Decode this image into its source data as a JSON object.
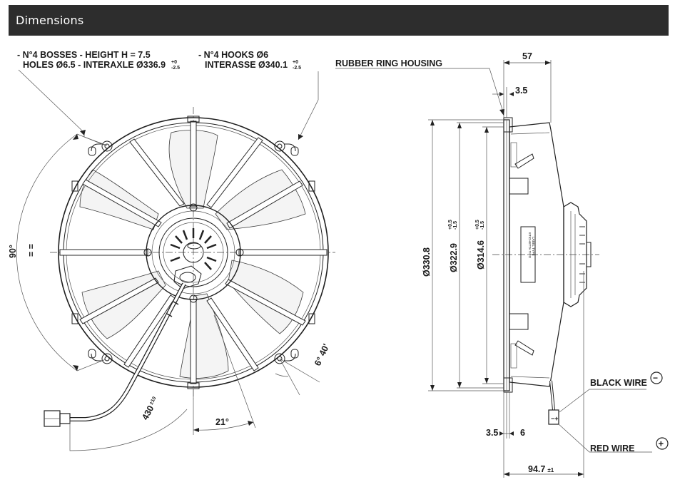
{
  "header": {
    "title": "Dimensions",
    "bg_color": "#2d2d2d",
    "text_color": "#ffffff"
  },
  "labels": {
    "bosses_line1": "- N°4 BOSSES - HEIGHT H = 7.5",
    "bosses_line2": "HOLES Ø6.5 - INTERAXLE Ø336.9",
    "bosses_tol_top": "+0",
    "bosses_tol_bottom": "-2.5",
    "hooks_line1": "- N°4 HOOKS Ø6",
    "hooks_line2": "INTERASSE Ø340.1",
    "hooks_tol_top": "+0",
    "hooks_tol_bottom": "-2.5",
    "rubber_ring": "RUBBER RING HOUSING",
    "black_wire": "BLACK WIRE",
    "red_wire": "RED WIRE",
    "minus_symbol": "−",
    "plus_symbol": "+"
  },
  "dimensions": {
    "angle_90": "90°",
    "angle_6_40": "6° 40'",
    "angle_21": "21°",
    "cable_length": "430",
    "cable_tol": "±10",
    "width_57": "57",
    "width_3_5_top": "3.5",
    "dia_330_8": "Ø330.8",
    "dia_322_9": "Ø322.9",
    "dia_322_9_tol_top": "+0.5",
    "dia_322_9_tol_bottom": "-1.5",
    "dia_314_6": "Ø314.6",
    "dia_314_6_tol_top": "+0.5",
    "dia_314_6_tol_bottom": "-1.5",
    "bottom_3_5": "3.5",
    "bottom_6": "6",
    "depth_94_7": "94.7",
    "depth_tol": "±1"
  },
  "motor_label": {
    "line1": "ETICHETTA TIPO",
    "line2": "LABEL TYPE"
  }
}
